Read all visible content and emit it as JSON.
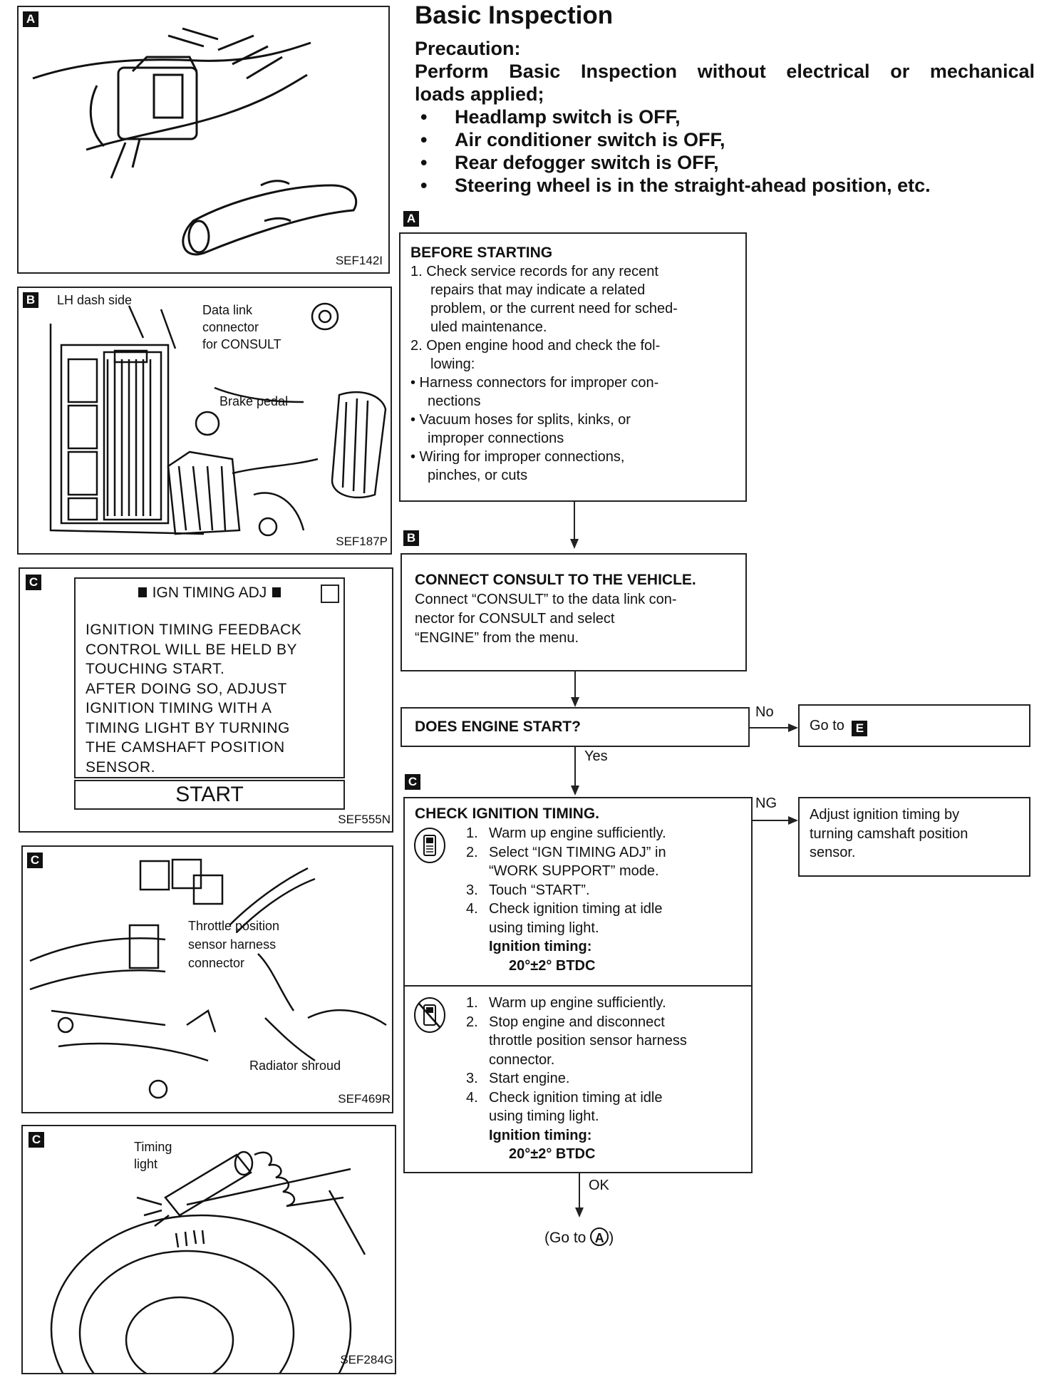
{
  "header": {
    "title": "Basic Inspection",
    "precaution_label": "Precaution:",
    "precaution_line1": "Perform Basic Inspection without electrical or mechanical",
    "precaution_line2": "loads applied;",
    "bullets": [
      "Headlamp switch is OFF,",
      "Air conditioner switch is OFF,",
      "Rear defogger switch is OFF,",
      "Steering wheel is in the straight-ahead position, etc."
    ]
  },
  "figures": {
    "a": {
      "tag": "A",
      "code": "SEF142I"
    },
    "b": {
      "tag": "B",
      "code": "SEF187P",
      "labels": [
        "LH dash side",
        "Data link",
        "connector",
        "for CONSULT",
        "Brake pedal"
      ]
    },
    "c1": {
      "tag": "C",
      "code": "SEF555N",
      "screen_title": "IGN TIMING ADJ",
      "screen_lines": [
        "IGNITION TIMING FEEDBACK",
        "CONTROL WILL BE HELD BY",
        "TOUCHING START.",
        "AFTER DOING SO, ADJUST",
        "IGNITION TIMING WITH A",
        "TIMING LIGHT BY TURNING",
        "THE CAMSHAFT POSITION",
        "SENSOR."
      ],
      "start_button": "START"
    },
    "c2": {
      "tag": "C",
      "code": "SEF469R",
      "labels": [
        "Throttle position",
        "sensor harness",
        "connector",
        "Radiator shroud"
      ]
    },
    "c3": {
      "tag": "C",
      "code": "SEF284G",
      "labels": [
        "Timing",
        "light"
      ]
    }
  },
  "flow": {
    "tag_a": "A",
    "before_starting": {
      "title": "BEFORE STARTING",
      "lines": [
        "1. Check service records for any recent",
        "repairs that may indicate a related",
        "problem, or the current need for sched-",
        "uled maintenance.",
        "2. Open engine hood and check the fol-",
        "lowing:",
        "• Harness connectors for improper con-",
        "nections",
        "• Vacuum hoses for splits, kinks, or",
        "improper connections",
        "• Wiring for improper connections,",
        "pinches, or cuts"
      ]
    },
    "tag_b": "B",
    "connect_consult": {
      "title": "CONNECT CONSULT TO THE VEHICLE.",
      "lines": [
        "Connect “CONSULT” to the data link con-",
        "nector for CONSULT and select",
        "“ENGINE” from the menu."
      ]
    },
    "engine_start": {
      "title": "DOES ENGINE START?",
      "no_label": "No",
      "yes_label": "Yes",
      "goto_text": "Go to",
      "goto_tag": "E"
    },
    "tag_c": "C",
    "check_timing": {
      "title": "CHECK IGNITION TIMING.",
      "ng_label": "NG",
      "with_consult": [
        {
          "num": "1.",
          "text": [
            "Warm up engine sufficiently."
          ]
        },
        {
          "num": "2.",
          "text": [
            "Select “IGN TIMING ADJ” in",
            "“WORK SUPPORT” mode."
          ]
        },
        {
          "num": "3.",
          "text": [
            "Touch “START”."
          ]
        },
        {
          "num": "4.",
          "text": [
            "Check ignition timing at idle",
            "using timing light."
          ]
        }
      ],
      "timing_label": "Ignition timing:",
      "timing_value": "20°±2° BTDC",
      "without_consult": [
        {
          "num": "1.",
          "text": [
            "Warm up engine sufficiently."
          ]
        },
        {
          "num": "2.",
          "text": [
            "Stop engine and disconnect",
            "throttle position sensor harness",
            "connector."
          ]
        },
        {
          "num": "3.",
          "text": [
            "Start engine."
          ]
        },
        {
          "num": "4.",
          "text": [
            "Check ignition timing at idle",
            "using timing light."
          ]
        }
      ],
      "timing_label2": "Ignition timing:",
      "timing_value2": "20°±2° BTDC"
    },
    "adjust": {
      "lines": [
        "Adjust ignition timing by",
        "turning camshaft position",
        "sensor."
      ]
    },
    "ok_label": "OK",
    "goto_final": "(Go to",
    "goto_final_circle": "A",
    "goto_final_close": ")"
  }
}
